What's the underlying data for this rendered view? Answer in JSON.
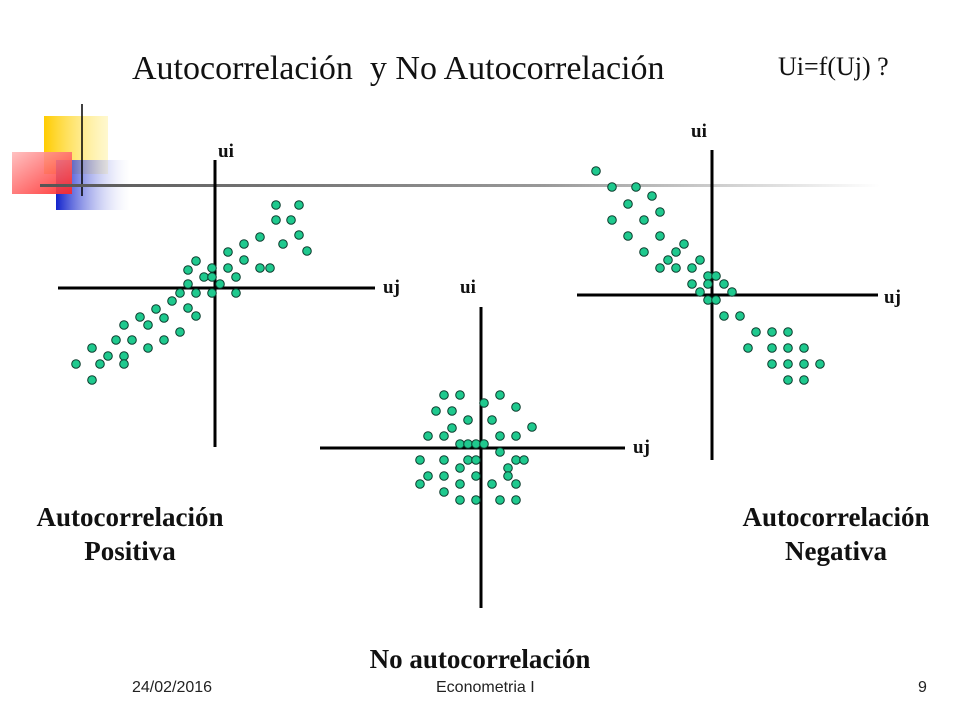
{
  "slide": {
    "title": "Autocorrelación  y No Autocorrelación",
    "question": "Ui=f(Uj) ?",
    "footer": {
      "date": "24/02/2016",
      "course": "Econometria I",
      "page_number": "9"
    }
  },
  "colors": {
    "dot_fill": "#1fc98e",
    "dot_stroke": "#0b3b2c",
    "axis": "#000000",
    "decor_yellow": "#ffcc00",
    "decor_red": "#ff3333",
    "decor_blue": "#2233cc"
  },
  "panels": {
    "positive": {
      "caption_line1": "Autocorrelación",
      "caption_line2": "Positiva",
      "x_axis_label": "uj",
      "y_axis_label": "ui"
    },
    "none": {
      "caption": "No autocorrelación",
      "x_axis_label": "uj",
      "y_axis_label": "ui"
    },
    "negative": {
      "caption_line1": "Autocorrelación",
      "caption_line2": "Negativa",
      "x_axis_label": "uj",
      "y_axis_label": "ui"
    }
  }
}
